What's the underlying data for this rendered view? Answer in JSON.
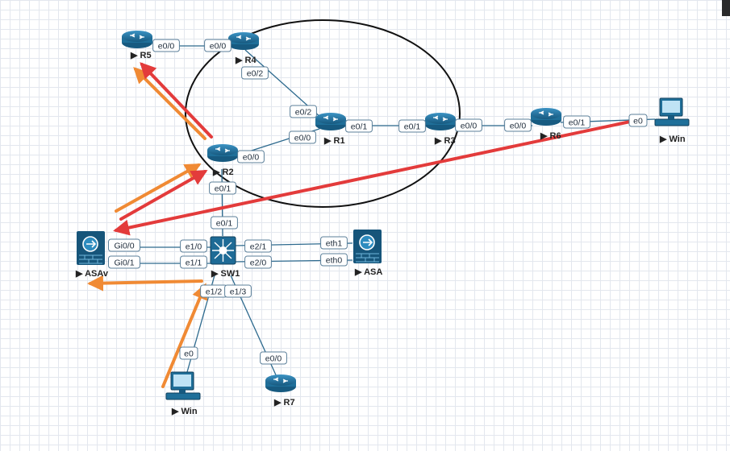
{
  "colors": {
    "router": "#1f6f99",
    "link": "#2d6a8e",
    "arrow_red": "#e33b3b",
    "arrow_orange": "#f08a34",
    "port_border": "#5b7f99"
  },
  "devices": [
    {
      "id": "R5",
      "label": "R5",
      "type": "router"
    },
    {
      "id": "R4",
      "label": "R4",
      "type": "router"
    },
    {
      "id": "R1",
      "label": "R1",
      "type": "router"
    },
    {
      "id": "R3",
      "label": "R3",
      "type": "router"
    },
    {
      "id": "R6",
      "label": "R6",
      "type": "router"
    },
    {
      "id": "R2",
      "label": "R2",
      "type": "router"
    },
    {
      "id": "R7",
      "label": "R7",
      "type": "router"
    },
    {
      "id": "SW1",
      "label": "SW1",
      "type": "switch"
    },
    {
      "id": "ASAv",
      "label": "ASAv",
      "type": "firewall"
    },
    {
      "id": "ASA",
      "label": "ASA",
      "type": "firewall"
    },
    {
      "id": "WinRight",
      "label": "Win",
      "type": "pc"
    },
    {
      "id": "WinBottom",
      "label": "Win",
      "type": "pc"
    }
  ],
  "links": [
    {
      "from": "R5",
      "to": "R4",
      "from_port": "e0/0",
      "to_port": "e0/0"
    },
    {
      "from": "R4",
      "to": "R1",
      "from_port": "e0/2",
      "to_port": "e0/2"
    },
    {
      "from": "R1",
      "to": "R3",
      "from_port": "e0/1",
      "to_port": "e0/1"
    },
    {
      "from": "R3",
      "to": "R6",
      "from_port": "e0/0",
      "to_port": "e0/0"
    },
    {
      "from": "R6",
      "to": "WinRight",
      "from_port": "e0/1",
      "to_port": "e0"
    },
    {
      "from": "R2",
      "to": "R1",
      "from_port": "e0/0",
      "to_port": "e0/0"
    },
    {
      "from": "R2",
      "to": "SW1",
      "from_port": "e0/1",
      "to_port": "e0/1"
    },
    {
      "from": "ASAv",
      "to": "SW1",
      "from_port": "Gi0/0",
      "to_port": "e1/0"
    },
    {
      "from": "ASAv",
      "to": "SW1",
      "from_port": "Gi0/1",
      "to_port": "e1/1"
    },
    {
      "from": "SW1",
      "to": "ASA",
      "from_port": "e2/1",
      "to_port": "eth1"
    },
    {
      "from": "SW1",
      "to": "ASA",
      "from_port": "e2/0",
      "to_port": "eth0"
    },
    {
      "from": "SW1",
      "to": "WinBottom",
      "from_port": "e1/2",
      "to_port": "e0"
    },
    {
      "from": "SW1",
      "to": "R7",
      "from_port": "e1/3",
      "to_port": "e0/0"
    }
  ]
}
